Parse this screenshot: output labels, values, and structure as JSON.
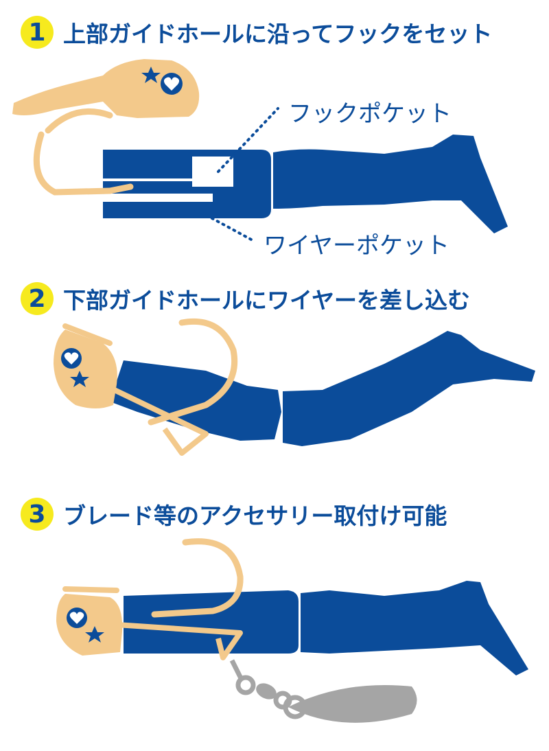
{
  "steps": [
    {
      "number": "1",
      "title": "上部ガイドホールに沿ってフックをセット"
    },
    {
      "number": "2",
      "title": "下部ガイドホールにワイヤーを差し込む"
    },
    {
      "number": "3",
      "title": "ブレード等のアクセサリー取付け可能"
    }
  ],
  "callouts": {
    "hook_pocket": "フックポケット",
    "wire_pocket": "ワイヤーポケット"
  },
  "icons": {
    "head_marks": [
      "star-icon",
      "heart-icon"
    ]
  },
  "colors": {
    "blue": "#0b4c9a",
    "tan": "#f3c98b",
    "yellow": "#f6ea1e",
    "gray": "#a5a5a5"
  }
}
